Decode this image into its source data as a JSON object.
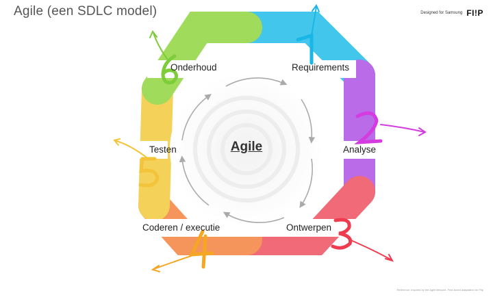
{
  "title": "Agile (een SDLC model)",
  "brand": {
    "small": "Designed for Samsung",
    "logo": "FI!P"
  },
  "center": "Agile",
  "stages": [
    {
      "label": "Requirements",
      "number": "1",
      "color": "#19b6e6"
    },
    {
      "label": "Analyse",
      "number": "2",
      "color": "#d43be0"
    },
    {
      "label": "Ontwerpen",
      "number": "3",
      "color": "#ef3b4e"
    },
    {
      "label": "Coderen / executie",
      "number": "4",
      "color": "#f5a623"
    },
    {
      "label": "Testen",
      "number": "5",
      "color": "#f3c43a"
    },
    {
      "label": "Onderhoud",
      "number": "6",
      "color": "#7dcc3a"
    }
  ],
  "footer": "Reference: Inspired by the Agile lifecycle. Fine-tuned adaptation for Flip"
}
